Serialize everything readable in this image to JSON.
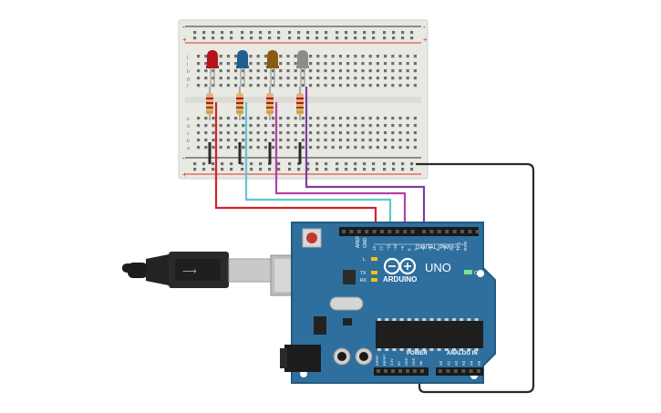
{
  "board": {
    "brand": "ARDUINO",
    "model": "UNO",
    "digital_label": "DIGITAL (PWM~)",
    "analog_label": "ANALOG IN",
    "power_label": "POWER",
    "on_label": "ON",
    "led_l_label": "L",
    "tx_label": "TX",
    "rx_label": "RX",
    "aref_label": "AREF",
    "gnd_label": "GND",
    "digital_pins": [
      "13",
      "12",
      "~11",
      "~10",
      "~9",
      "8",
      "7",
      "~6",
      "~5",
      "4",
      "~3",
      "2",
      "TX 1",
      "RX 0"
    ],
    "power_pins": [
      "IOREF",
      "RESET",
      "3.3V",
      "5V",
      "GND",
      "GND",
      "Vin"
    ],
    "analog_pins": [
      "A0",
      "A1",
      "A2",
      "A3",
      "A4",
      "A5"
    ]
  },
  "breadboard": {
    "row_letters_top": [
      "j",
      "i",
      "h",
      "g",
      "f"
    ],
    "row_letters_bottom": [
      "e",
      "d",
      "c",
      "b",
      "a"
    ],
    "plus_sign": "+",
    "minus_sign": "-"
  },
  "leds": [
    {
      "name": "red",
      "color": "#b5131b"
    },
    {
      "name": "blue",
      "color": "#1f5e8f"
    },
    {
      "name": "yellow",
      "color": "#8a5a12"
    },
    {
      "name": "white",
      "color": "#8c8c8c"
    }
  ],
  "wire_colors": {
    "red": "#d2232a",
    "cyan": "#5ec7d0",
    "magenta": "#b540a8",
    "purple": "#7b3f9e",
    "black": "#2b2b2b"
  },
  "colors": {
    "board_blue": "#2e6f9e",
    "board_dark": "#245a82",
    "breadboard": "#e9e9e4",
    "rail_red": "#d9322b",
    "rail_black": "#2d2d2d"
  }
}
